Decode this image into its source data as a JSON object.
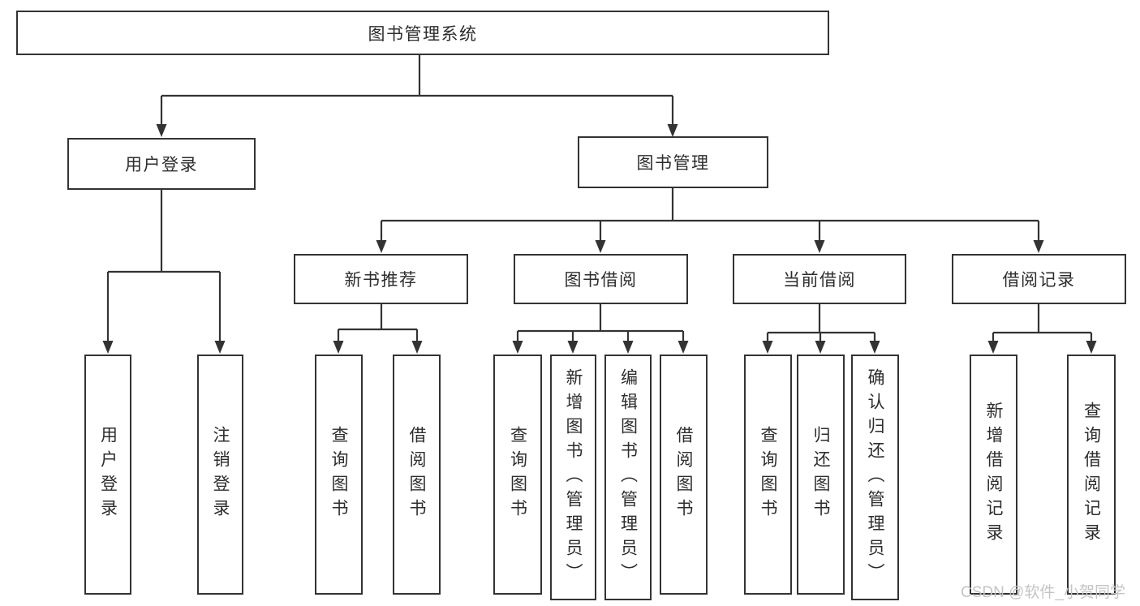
{
  "watermark": "CSDN @软件_小贺同学",
  "colors": {
    "line": "#333333",
    "text": "#2d2d2d",
    "watermark": "#c4c4c4",
    "background": "#ffffff"
  },
  "nodes": {
    "root": "图书管理系统",
    "user_login": "用户登录",
    "book_mgmt": "图书管理",
    "new_book_rec": "新书推荐",
    "book_borrow": "图书借阅",
    "current_borrow": "当前借阅",
    "borrow_records": "借阅记录",
    "login": "用户登录",
    "logout": "注销登录",
    "rec_query_books": "查询图书",
    "rec_borrow_books": "借阅图书",
    "bb_query_books": "查询图书",
    "bb_add_books": "新增图书（管理员）",
    "bb_edit_books": "编辑图书（管理员）",
    "bb_borrow_books": "借阅图书",
    "cb_query_books": "查询图书",
    "cb_return_books": "归还图书",
    "cb_confirm_return": "确认归还（管理员）",
    "br_add_record": "新增借阅记录",
    "br_query_record": "查询借阅记录"
  }
}
